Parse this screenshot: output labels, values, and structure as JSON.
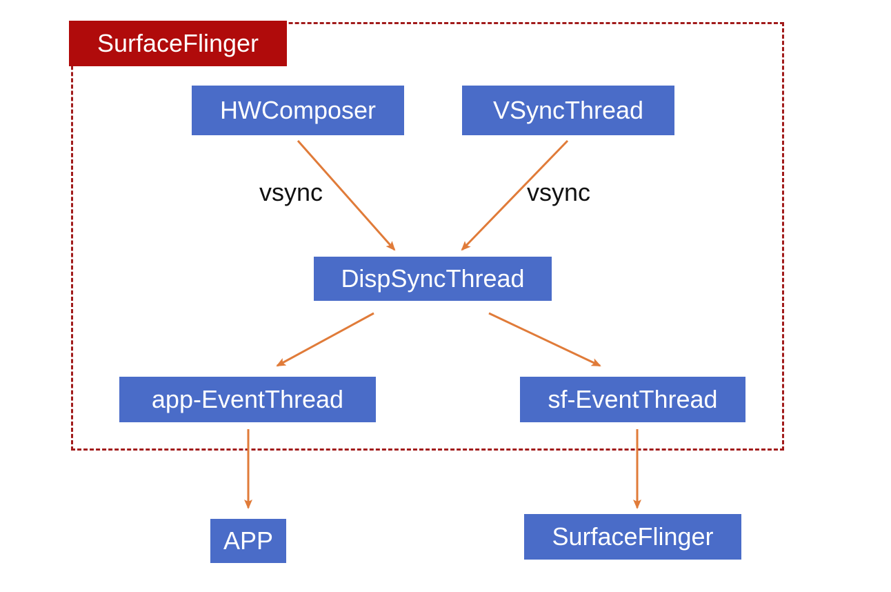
{
  "diagram": {
    "boundary": {
      "label": "SurfaceFlinger",
      "style": "dashed",
      "border_color": "#a11b1b",
      "label_bg_color": "#b00b0b"
    },
    "node_color": "#4a6cc8",
    "arrow_color": "#e07b39",
    "nodes": {
      "hwcomposer": "HWComposer",
      "vsyncthread": "VSyncThread",
      "dispsyncthread": "DispSyncThread",
      "app_eventthread": "app-EventThread",
      "sf_eventthread": "sf-EventThread",
      "app": "APP",
      "surfaceflinger": "SurfaceFlinger"
    },
    "edges": [
      {
        "from": "HWComposer",
        "to": "DispSyncThread",
        "label": "vsync"
      },
      {
        "from": "VSyncThread",
        "to": "DispSyncThread",
        "label": "vsync"
      },
      {
        "from": "DispSyncThread",
        "to": "app-EventThread",
        "label": ""
      },
      {
        "from": "DispSyncThread",
        "to": "sf-EventThread",
        "label": ""
      },
      {
        "from": "app-EventThread",
        "to": "APP",
        "label": ""
      },
      {
        "from": "sf-EventThread",
        "to": "SurfaceFlinger",
        "label": ""
      }
    ]
  }
}
